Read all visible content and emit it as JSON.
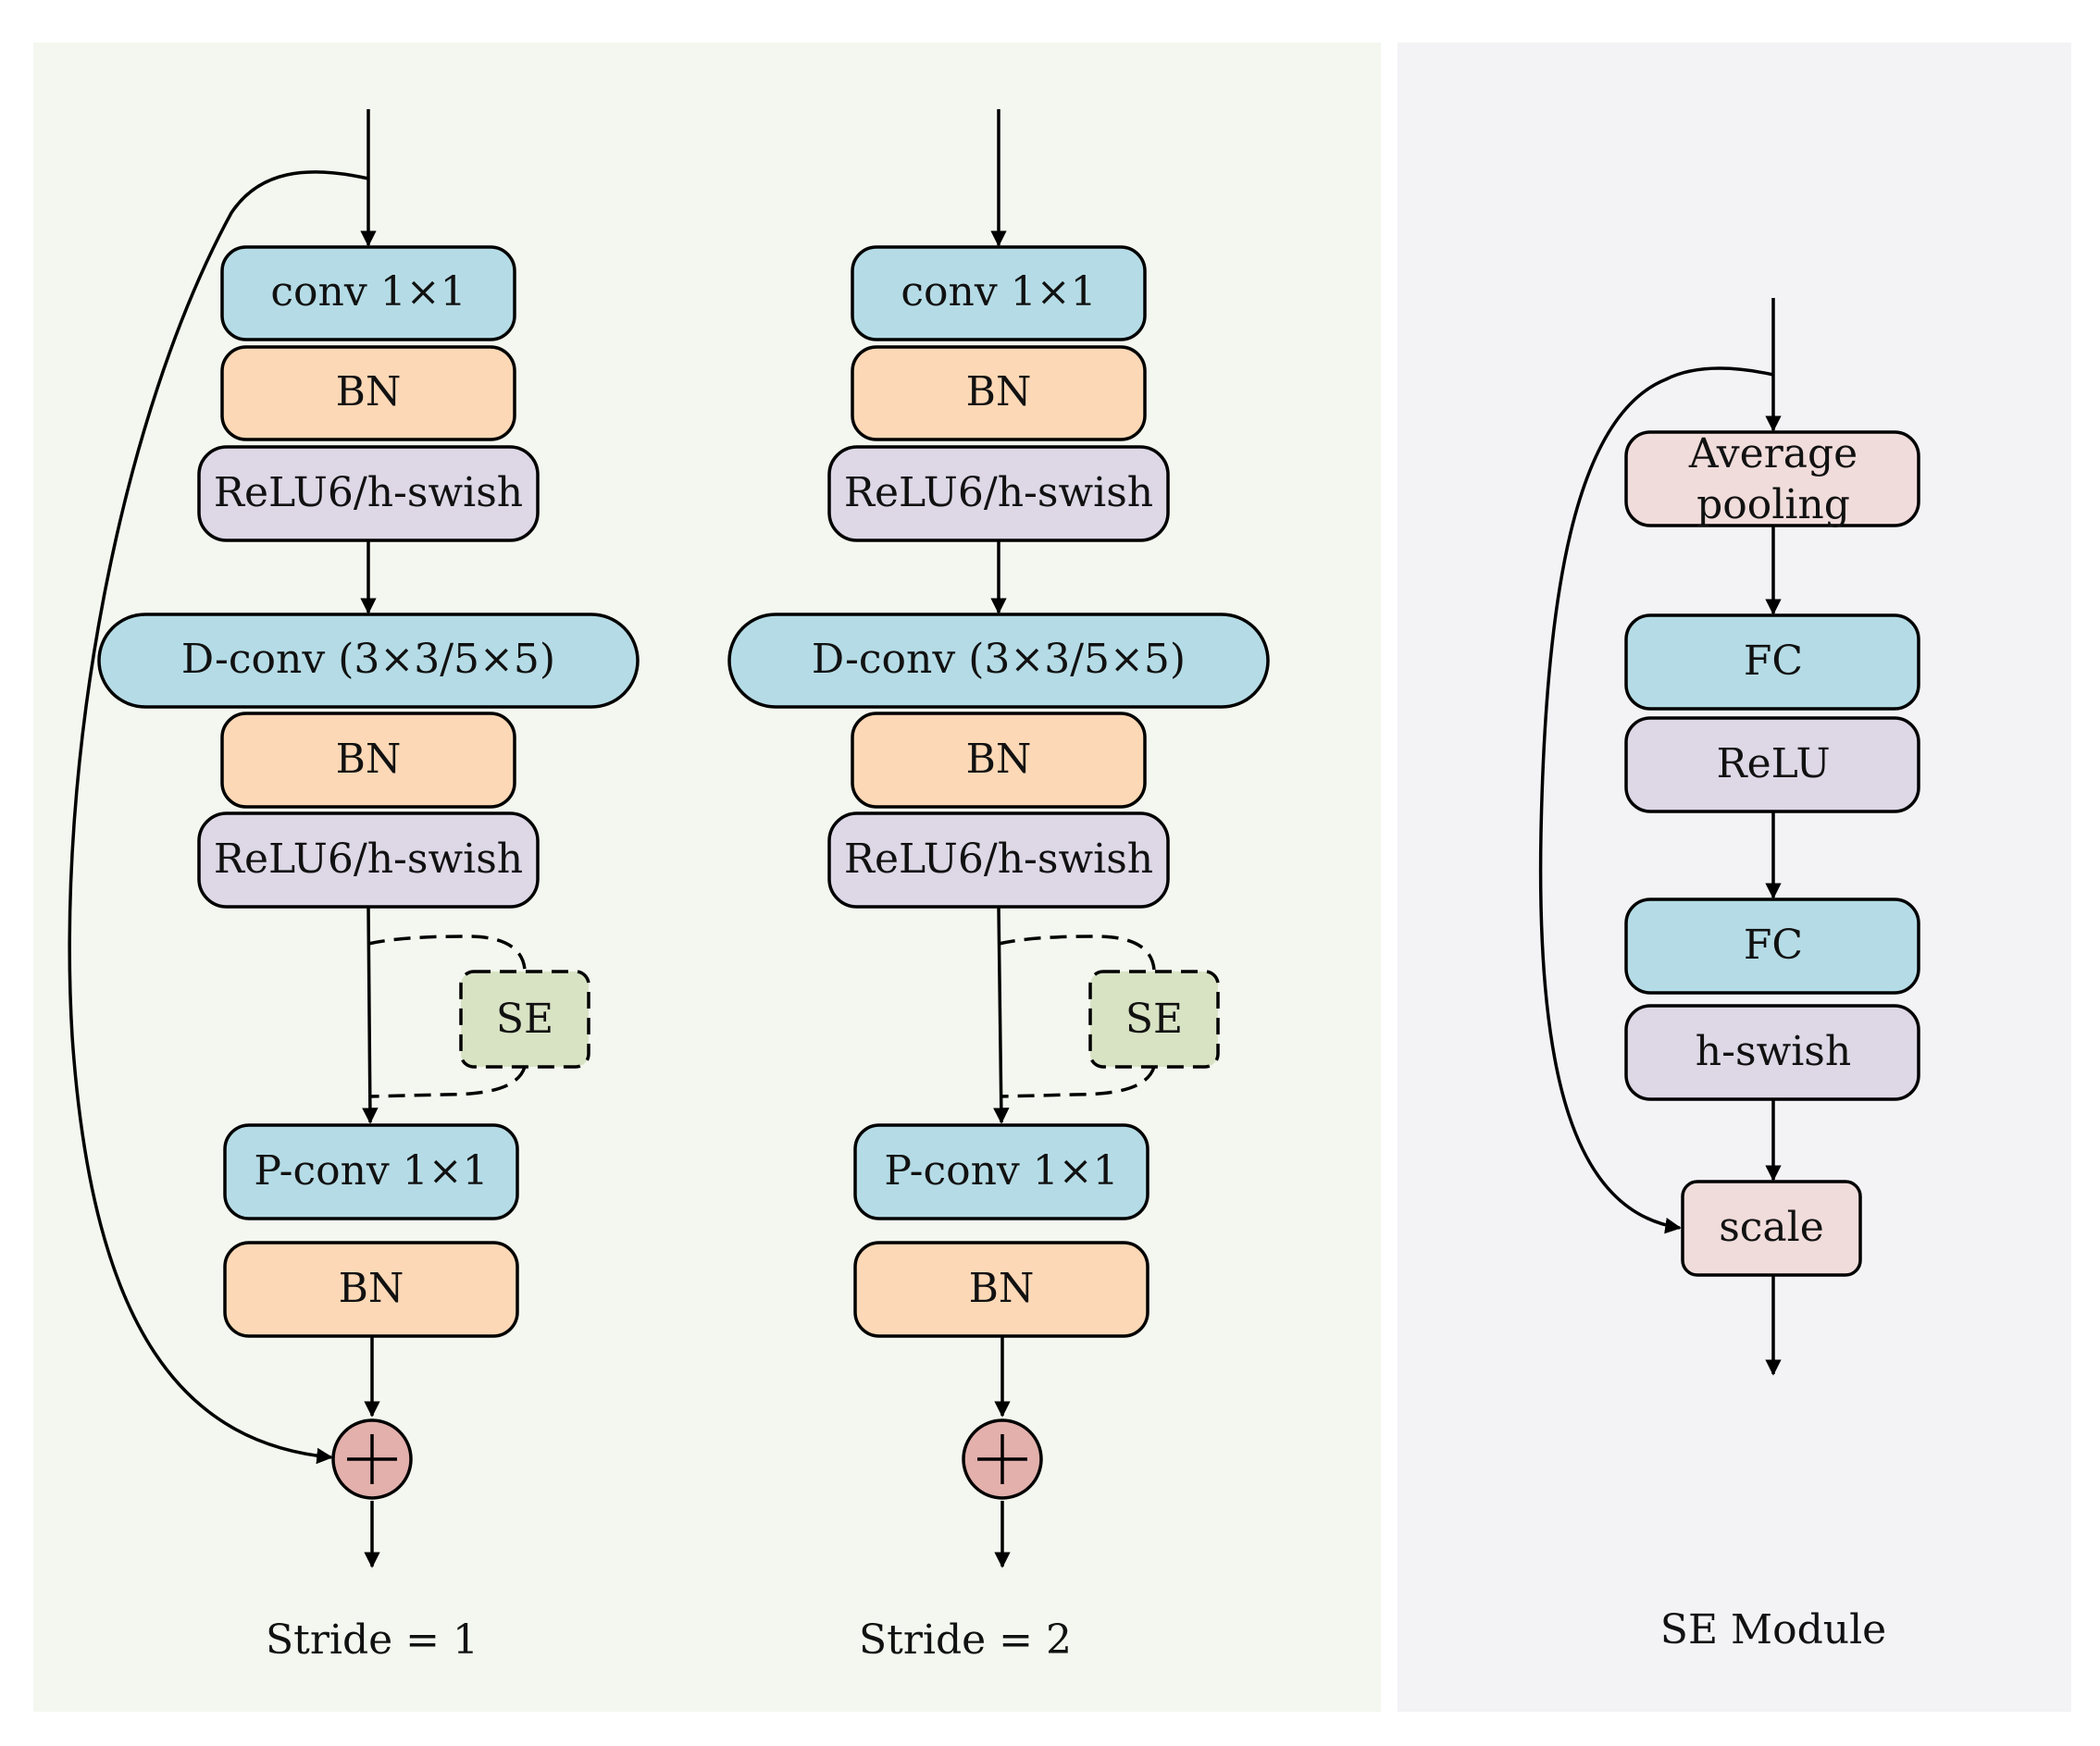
{
  "colors": {
    "panel_main": "#f4f7ef",
    "panel_se": "#f3f3f6",
    "conv": "#b5dce6",
    "bn": "#fcd8b6",
    "activation": "#ddd7e6",
    "se_block": "#d8e3c4",
    "pool": "#f0dcdb",
    "add_node": "#e3b0ac"
  },
  "stride1": {
    "conv1": "conv 1×1",
    "bn1": "BN",
    "act1": "ReLU6/h-swish",
    "dconv": "D-conv (3×3/5×5)",
    "bn2": "BN",
    "act2": "ReLU6/h-swish",
    "se": "SE",
    "pconv": "P-conv 1×1",
    "bn3": "BN",
    "caption": "Stride = 1"
  },
  "stride2": {
    "conv1": "conv 1×1",
    "bn1": "BN",
    "act1": "ReLU6/h-swish",
    "dconv": "D-conv (3×3/5×5)",
    "bn2": "BN",
    "act2": "ReLU6/h-swish",
    "se": "SE",
    "pconv": "P-conv 1×1",
    "bn3": "BN",
    "caption": "Stride = 2"
  },
  "se_module": {
    "pool_line1": "Average",
    "pool_line2": "pooling",
    "fc1": "FC",
    "relu": "ReLU",
    "fc2": "FC",
    "hswish": "h-swish",
    "scale": "scale",
    "caption": "SE Module"
  }
}
